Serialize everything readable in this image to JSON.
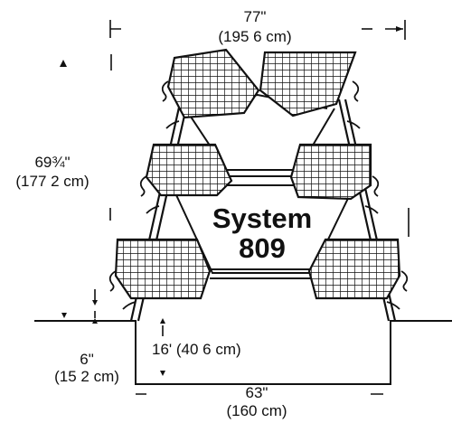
{
  "diagram": {
    "name_line1": "System",
    "name_line2": "809",
    "dimensions": {
      "top_width_in": "77\"",
      "top_width_cm": "(195 6 cm)",
      "height_in": "69¾\"",
      "height_cm": "(177 2 cm)",
      "pit_depth_in": "6\"",
      "pit_depth_cm": "(15 2 cm)",
      "trough_gap": "16' (40 6 cm)",
      "base_width_in": "63\"",
      "base_width_cm": "(160 cm)"
    }
  }
}
